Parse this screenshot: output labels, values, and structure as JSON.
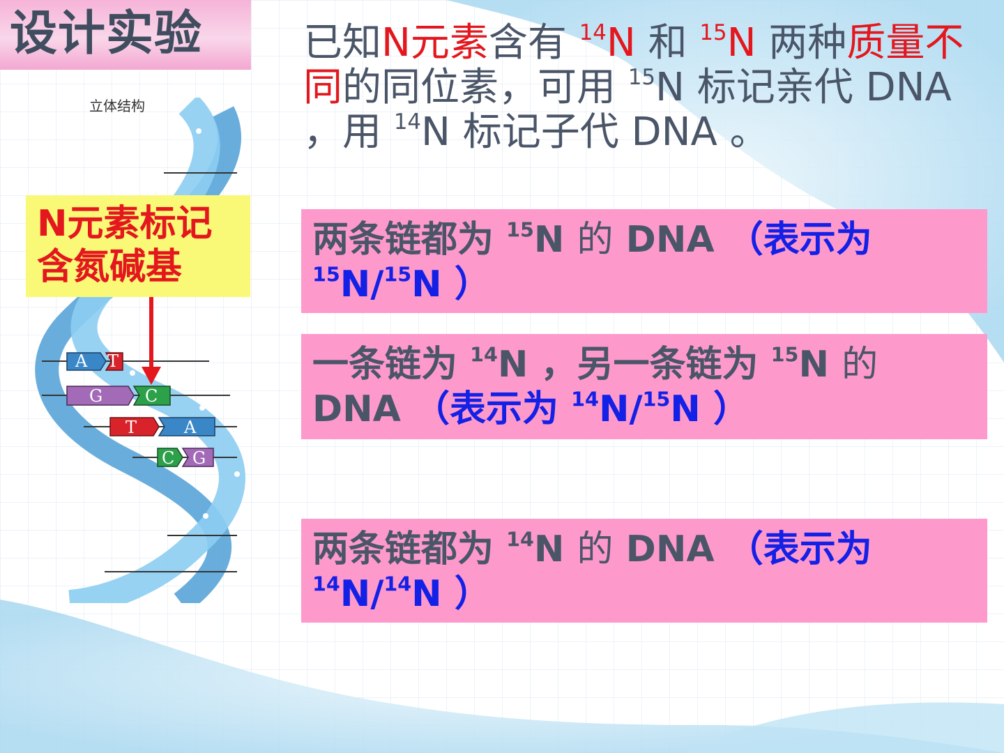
{
  "slide_title": "设计实验",
  "intro": {
    "p1": "已知",
    "p2": "N元素",
    "p3": "含有 ",
    "sup1": "14",
    "p4": "N",
    "p5": " 和 ",
    "sup2": "15",
    "p6": "N",
    "p7": " 两种",
    "p8": "质量不同",
    "p9": "的同位素，可用 ",
    "sup3": "15",
    "p10": "N 标记亲代 DNA ，用 ",
    "sup4": "14",
    "p11": "N 标记子代 DNA 。"
  },
  "figure": {
    "caption": "立体结构",
    "bases": [
      "A",
      "T",
      "G",
      "C",
      "T",
      "A",
      "C",
      "G"
    ]
  },
  "label": {
    "line1": "N元素标记",
    "line2": "含氮碱基"
  },
  "box1": {
    "a": "两条链都为 ",
    "sup_a": "15",
    "b": "N ",
    "c": "的",
    "d": " DNA ",
    "blue1": "（表示为 ",
    "sup_b": "15",
    "blue2": "N/",
    "sup_c": "15",
    "blue3": "N ）"
  },
  "box2": {
    "a": "一条链为 ",
    "sup_a": "14",
    "b": "N ，另一条链为 ",
    "sup_b": "15",
    "c": "N ",
    "d": "的",
    "e": " DNA ",
    "blue1": "（表示为 ",
    "sup_c": "14",
    "blue2": "N/",
    "sup_d": "15",
    "blue3": "N ）"
  },
  "box3": {
    "a": "两条链都为 ",
    "sup_a": "14",
    "b": "N ",
    "c": "的",
    "d": " DNA ",
    "blue1": "（表示为 ",
    "sup_b": "14",
    "blue2": "N/",
    "sup_c": "14",
    "blue3": "N ）"
  },
  "colors": {
    "title_bg": "#f6b3d8",
    "box_bg": "#fe99cc",
    "label_bg": "#f9f977",
    "highlight_red": "#e3171d",
    "highlight_blue": "#1320e6",
    "text_gray": "#4a5568",
    "helix_blue": "#6fb6e4"
  }
}
